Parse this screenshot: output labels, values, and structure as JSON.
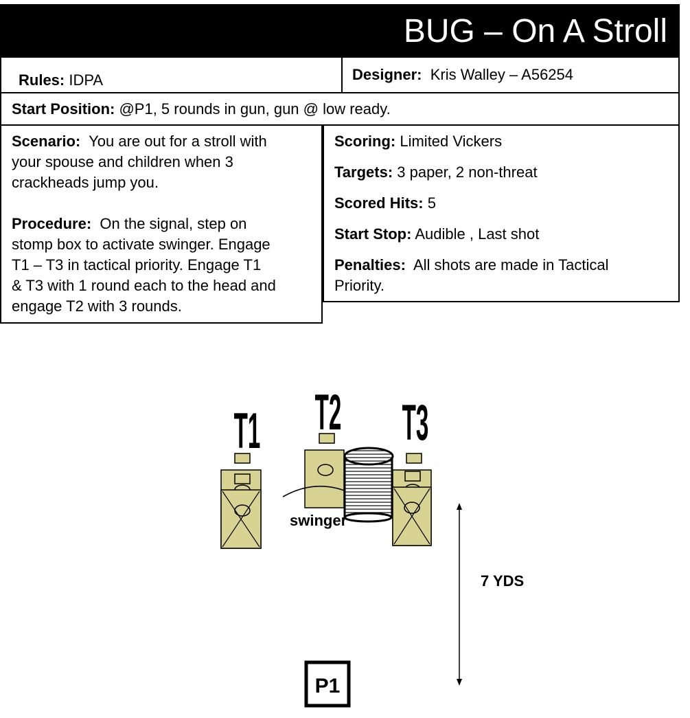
{
  "header": {
    "title": "BUG – On A Stroll"
  },
  "info": {
    "rules_label": "Rules:",
    "rules_value": "IDPA",
    "designer_label": "Designer:",
    "designer_value": "Kris Walley – A56254",
    "start_label": "Start Position:",
    "start_value": "@P1, 5 rounds in gun, gun @ low ready."
  },
  "left": {
    "scenario_label": "Scenario:",
    "scenario_lines": [
      "You are out for a stroll with",
      "your spouse and children when 3",
      "crackheads jump you."
    ],
    "procedure_label": "Procedure:",
    "procedure_lines": [
      "On the signal, step on",
      "stomp box to activate swinger.  Engage",
      "T1 – T3 in tactical priority.  Engage T1",
      "& T3 with 1 round each to the head and",
      "engage T2 with 3 rounds."
    ]
  },
  "right": {
    "scoring_label": "Scoring:",
    "scoring_value": "Limited Vickers",
    "targets_label": "Targets:",
    "targets_value": "3 paper, 2 non-threat",
    "hits_label": "Scored Hits:",
    "hits_value": "5",
    "startstop_label": "Start Stop:",
    "startstop_value": "Audible , Last shot",
    "penalties_label": "Penalties:",
    "penalties_lines": [
      "All shots are made in Tactical",
      "Priority."
    ]
  },
  "diagram": {
    "t1": "T1",
    "t2": "T2",
    "t3": "T3",
    "swinger": "swinger",
    "distance": "7 YDS",
    "p1": "P1",
    "target_fill": "#d8d293"
  }
}
